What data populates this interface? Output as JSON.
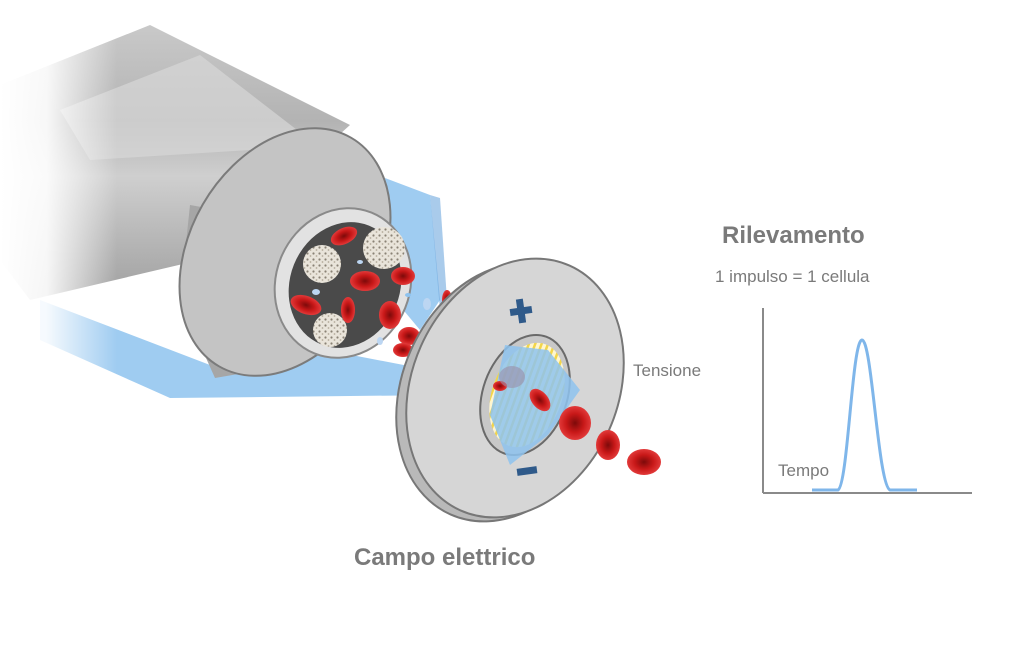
{
  "labels": {
    "detection_title": "Rilevamento",
    "pulse_rule": "1 impulso = 1 cellula",
    "voltage": "Tensione",
    "time": "Tempo",
    "electric_field": "Campo elettrico",
    "plus_sign": "+",
    "minus_sign": "−"
  },
  "colors": {
    "flow_blue": "#8ec3ef",
    "signal_blue": "#7fb6ea",
    "red_cell": "#d01a1a",
    "dark_red": "#8e0d0d",
    "plate_grey": "#d6d6d6",
    "electrode_blue": "#2f5a8a",
    "axis_grey": "#8a8a8a",
    "yellow_stripes": "#f2d54a"
  },
  "icons": {
    "plus": "plus-electrode-icon",
    "minus": "minus-electrode-icon"
  }
}
